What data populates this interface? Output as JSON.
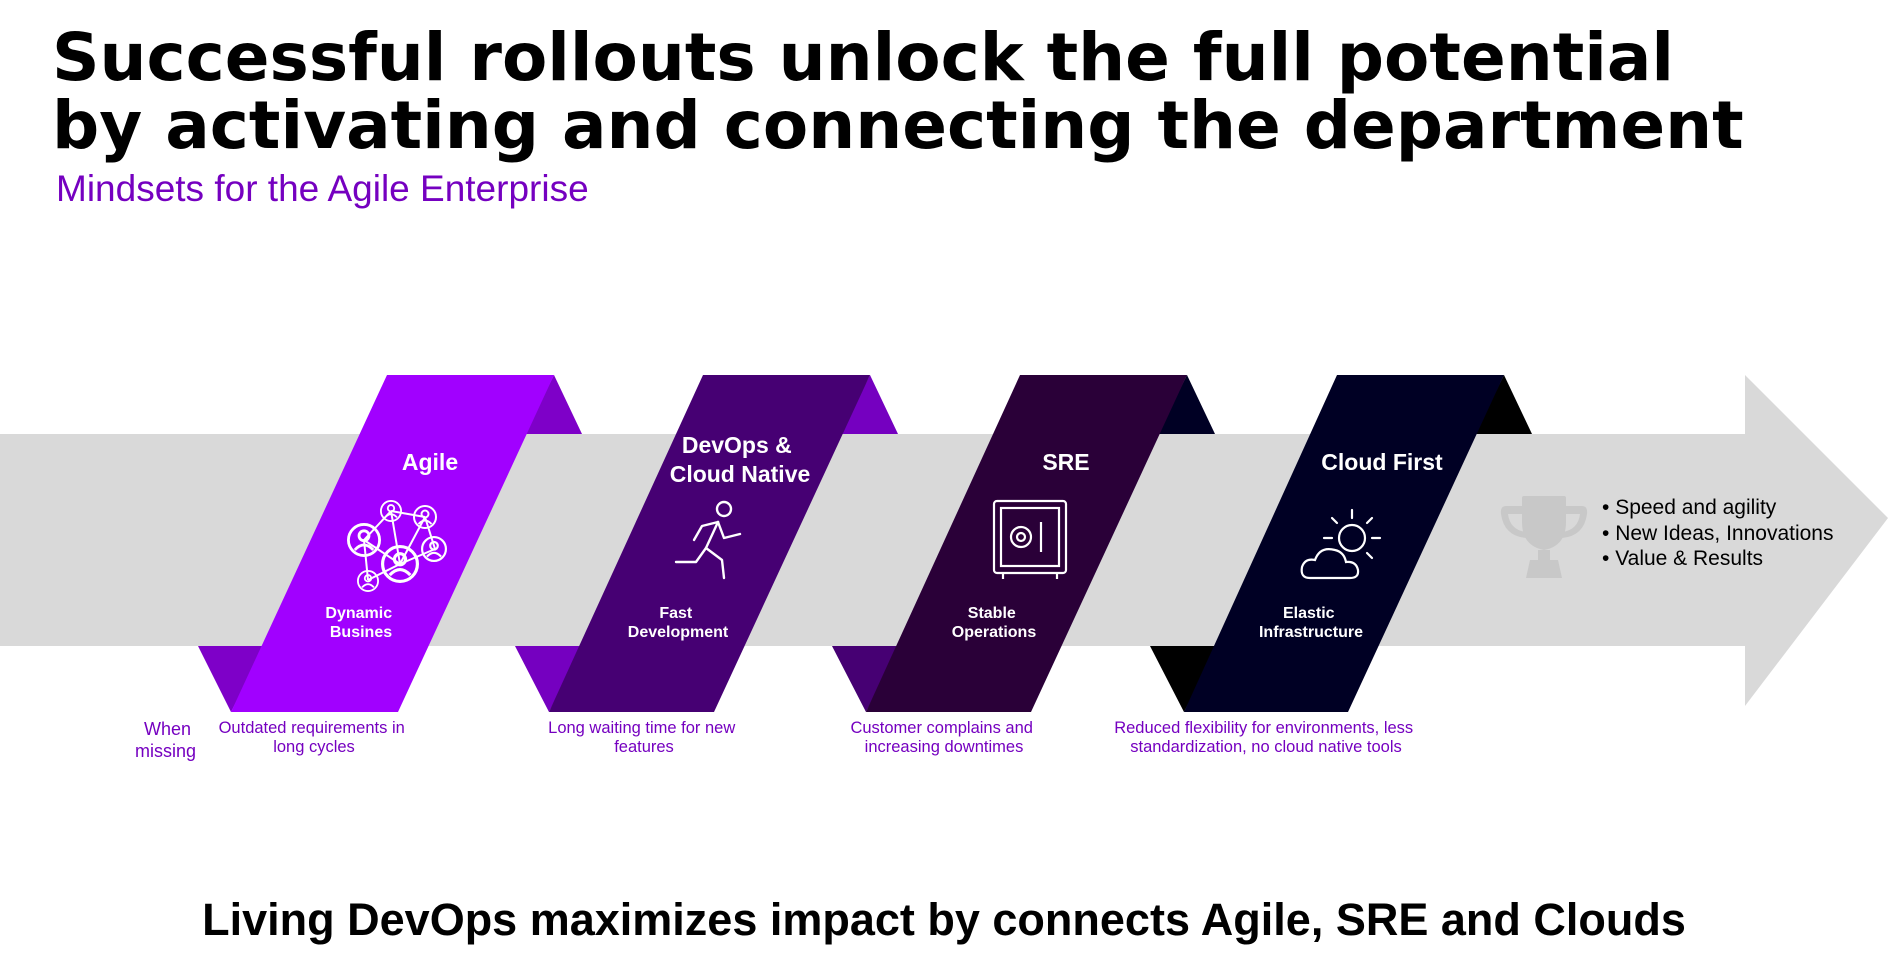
{
  "title": {
    "line1": "Successful rollouts unlock the full potential",
    "line2": "by activating and connecting the department"
  },
  "subtitle": "Mindsets for the Agile Enterprise",
  "footer": "Living DevOps maximizes impact by connects Agile, SRE and Clouds",
  "when_missing": {
    "line1": "When",
    "line2": "missing"
  },
  "colors": {
    "arrow": "#d9d9d9",
    "accent_text": "#7500c0",
    "trophy": "#c8c8c8"
  },
  "pillars": [
    {
      "title": [
        "Agile"
      ],
      "icon": "network-people-icon",
      "label": [
        "Dynamic",
        "Busines"
      ],
      "missing": [
        "Outdated requirements in",
        "long cycles"
      ],
      "color": "#a100ff",
      "fold_color": "#7e00c8"
    },
    {
      "title": [
        "DevOps &",
        "Cloud Native"
      ],
      "icon": "running-person-icon",
      "label": [
        "Fast",
        "Development"
      ],
      "missing": [
        "Long waiting time for new",
        "features"
      ],
      "color": "#460073",
      "fold_color": "#7500c0"
    },
    {
      "title": [
        "SRE"
      ],
      "icon": "safe-icon",
      "label": [
        "Stable",
        "Operations"
      ],
      "missing": [
        "Customer complains and",
        "increasing downtimes"
      ],
      "color": "#2a0038",
      "fold_color": "#460073"
    },
    {
      "title": [
        "Cloud First"
      ],
      "icon": "sun-cloud-icon",
      "label": [
        "Elastic",
        "Infrastructure"
      ],
      "missing": [
        "Reduced flexibility for environments, less",
        "standardization, no cloud native tools"
      ],
      "color": "#000024",
      "fold_color": "#000000"
    }
  ],
  "outcome": {
    "icon": "trophy-icon",
    "bullets": [
      "Speed and agility",
      "New Ideas, Innovations",
      "Value & Results"
    ]
  }
}
